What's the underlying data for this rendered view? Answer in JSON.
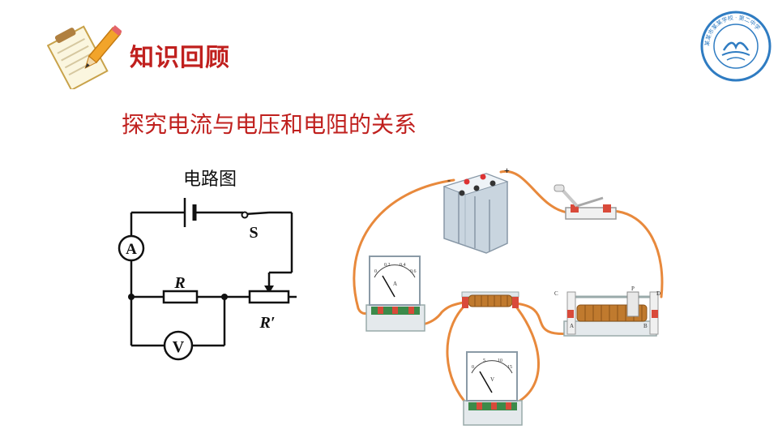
{
  "header": {
    "title": "知识回顾",
    "icon": "notepad-pencil-icon"
  },
  "subtitle": "探究电流与电压和电阻的关系",
  "school_logo": {
    "icon": "school-seal-icon",
    "text": "某某市某某学校 · 第二中学"
  },
  "circuit_diagram": {
    "label": "电路图",
    "ammeter": "A",
    "voltmeter": "V",
    "switch": "S",
    "resistor": "R",
    "rheostat": "R′"
  },
  "apparatus": {
    "battery_minus": "-",
    "battery_plus": "+",
    "ammeter_letter": "A",
    "voltmeter_letter": "V",
    "ammeter_scale": [
      "0",
      "0.2",
      "0.4",
      "0.6"
    ],
    "voltmeter_scale": [
      "0",
      "5",
      "10",
      "15"
    ],
    "rheostat_terminals": [
      "C",
      "P",
      "A",
      "B",
      "D"
    ]
  },
  "colors": {
    "accent": "#c0201e",
    "wire": "#e8893c"
  }
}
